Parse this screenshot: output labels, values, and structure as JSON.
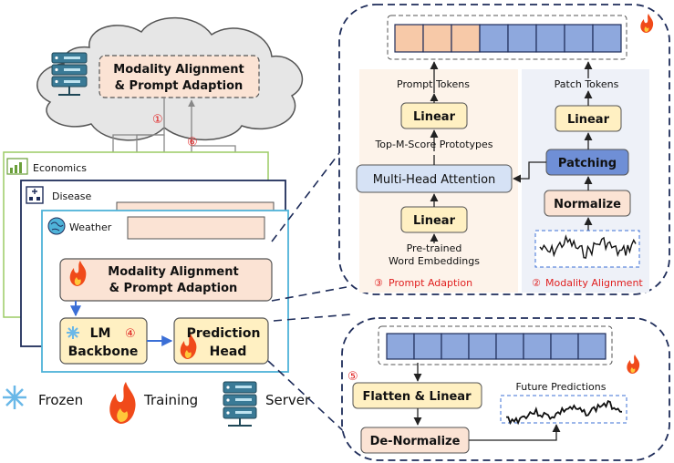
{
  "cloud": {
    "line1": "Modality Alignment",
    "line2": "& Prompt Adaption"
  },
  "steps": {
    "s1": "①",
    "s2": "②",
    "s3": "③",
    "s4": "④",
    "s5": "⑤",
    "s6": "⑥"
  },
  "domains": {
    "economics": "Economics",
    "disease": "Disease",
    "weather": "Weather"
  },
  "client": {
    "mapa_line1": "Modality Alignment",
    "mapa_line2": "& Prompt Adaption",
    "lm_line1": "LM",
    "lm_line2": "Backbone",
    "pred_line1": "Prediction",
    "pred_line2": "Head"
  },
  "prompt_panel": {
    "prompt_tokens": "Prompt Tokens",
    "linear_top": "Linear",
    "top_m": "Top-M-Score Prototypes",
    "mha": "Multi-Head Attention",
    "linear_bottom": "Linear",
    "pretrained1": "Pre-trained",
    "pretrained2": "Word Embeddings",
    "caption": "Prompt Adaption"
  },
  "modality_panel": {
    "patch_tokens": "Patch Tokens",
    "linear": "Linear",
    "patching": "Patching",
    "normalize": "Normalize",
    "caption": "Modality Alignment"
  },
  "head_panel": {
    "flatten": "Flatten & Linear",
    "denormalize": "De-Normalize",
    "future": "Future Predictions"
  },
  "legend": {
    "frozen": "Frozen",
    "training": "Training",
    "server": "Server"
  },
  "colors": {
    "orange_fill": "#fbe3d4",
    "orange_token": "#f7c9a8",
    "blue_token": "#8ea8dd",
    "light_blue": "#d6e2f5",
    "dark_navy": "#1f2d5a",
    "yellow_fill": "#fff0c2",
    "red_text": "#e02020",
    "green_border": "#9ccc65",
    "cyan_border": "#4fb3d9",
    "cloud_fill": "#e6e6e6"
  }
}
